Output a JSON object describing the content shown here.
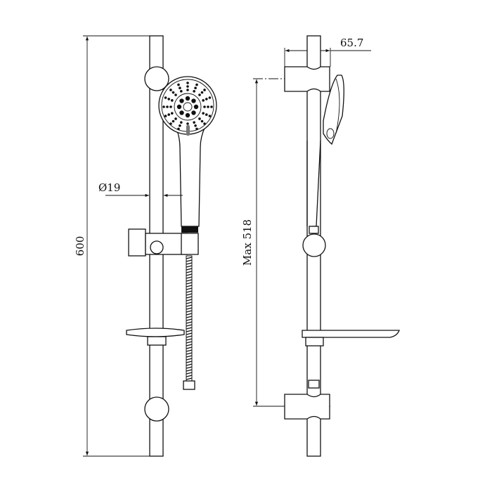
{
  "dimensions": {
    "total_height": "600",
    "rail_diameter": "Ø19",
    "bracket_depth": "65.7",
    "max_slide": "Max 518"
  },
  "colors": {
    "line": "#111111",
    "background": "#ffffff"
  }
}
